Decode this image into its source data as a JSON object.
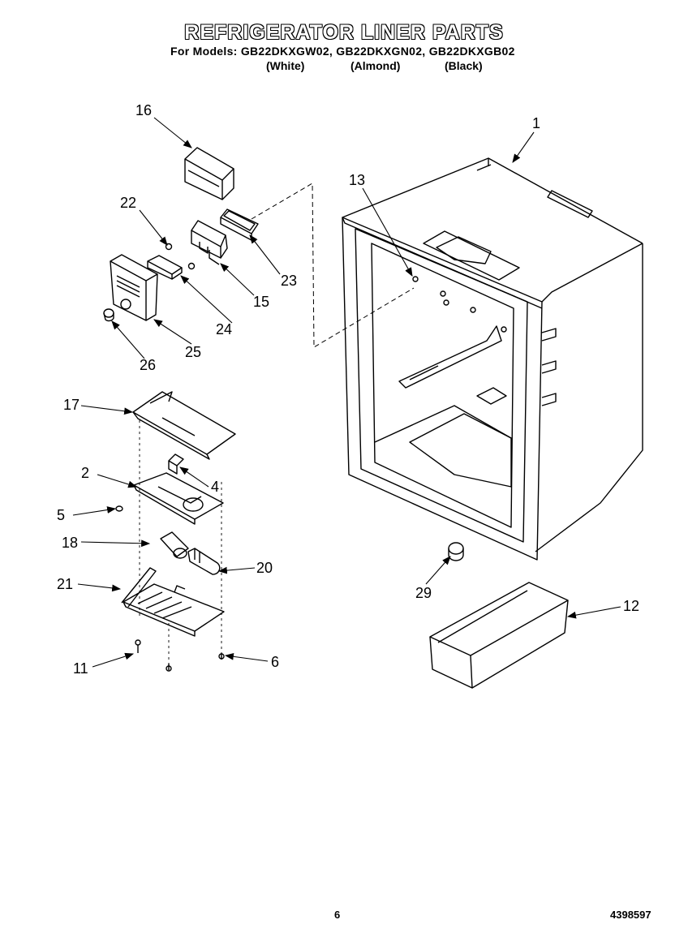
{
  "header": {
    "title": "REFRIGERATOR LINER PARTS",
    "models_line": "For Models: GB22DKXGW02, GB22DKXGN02, GB22DKXGB02",
    "colors": [
      "(White)",
      "(Almond)",
      "(Black)"
    ]
  },
  "callouts": {
    "c1": "1",
    "c2": "2",
    "c4": "4",
    "c5": "5",
    "c6": "6",
    "c11": "11",
    "c12": "12",
    "c13": "13",
    "c15": "15",
    "c16": "16",
    "c17": "17",
    "c18": "18",
    "c20": "20",
    "c21": "21",
    "c22": "22",
    "c23": "23",
    "c24": "24",
    "c25": "25",
    "c26": "26",
    "c29": "29"
  },
  "footer": {
    "page_number": "6",
    "part_number": "4398597"
  }
}
